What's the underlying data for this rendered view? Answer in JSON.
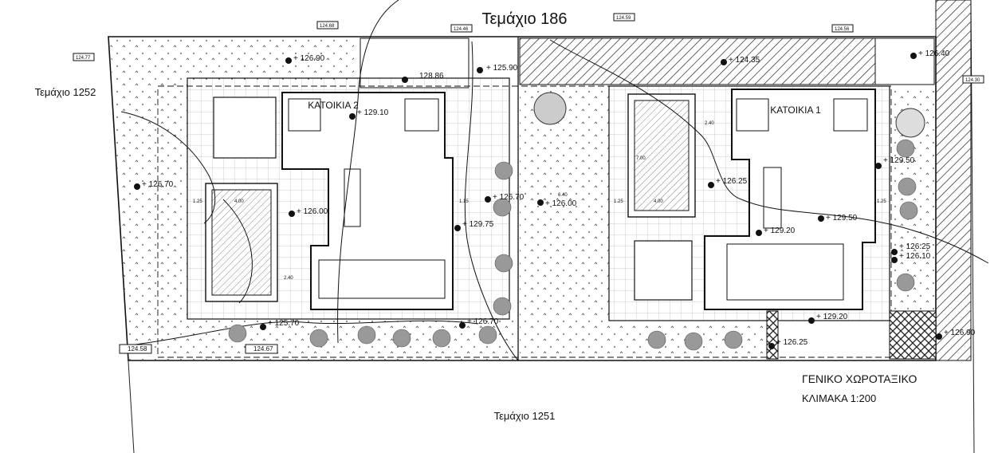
{
  "labels": {
    "plot_north": "Τεμάχιο 186",
    "plot_west": "Τεμάχιο 1252",
    "plot_south": "Τεμάχιο 1251",
    "house_1": "ΚΑΤΟΙΚΙΑ 1",
    "house_2": "ΚΑΤΟΙΚΙΑ 2",
    "plan_title": "ΓΕΝΙΚΟ ΧΩΡΟΤΑΞΙΚΟ",
    "plan_scale": "ΚΛΙΜΑΚΑ 1:200"
  },
  "levels": [
    "+ 126.90",
    "128.86",
    "+ 125.90",
    "+ 124.35",
    "+ 126.40",
    "+ 129.10",
    "+ 126.70",
    "+ 126.00",
    "+ 126.70",
    "+ 126.00",
    "+ 129.75",
    "+ 126.25",
    "+ 129.50",
    "+ 129.20",
    "+ 129.50",
    "+ 126.25",
    "+ 126.10",
    "+ 125.70",
    "+ 126.70",
    "+ 129.20",
    "+ 126.25",
    "+ 126.90"
  ],
  "boundary_tags": [
    "124.77",
    "124.68",
    "124.46",
    "124.59",
    "124.56",
    "124.30",
    "124.58",
    "124.67"
  ],
  "dimensions": [
    "1.25",
    "4.00",
    "2.40",
    "1.15",
    "6.40",
    "1.25",
    "4.00",
    "2.40",
    "7.00",
    "1.25"
  ]
}
